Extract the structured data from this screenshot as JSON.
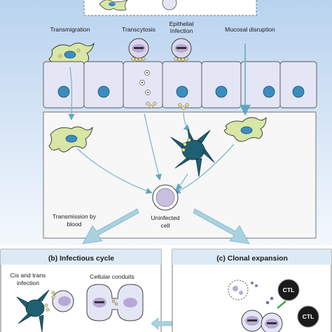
{
  "labels": {
    "transmigration": "Transmigration",
    "transcytosis": "Transcytosis",
    "epithelial_infection_1": "Epithelial",
    "epithelial_infection_2": "Infection",
    "mucosal_disruption": "Mucosal disruption",
    "transmission_by_blood_1": "Transmission by",
    "transmission_by_blood_2": "blood",
    "uninfected_cell_1": "Uninfected",
    "uninfected_cell_2": "cell"
  },
  "panel_b": {
    "title": "(b) Infectious cycle",
    "cis_trans_1": "Cis and trans",
    "cis_trans_2": "infection",
    "cellular_conduits": "Cellular conduits"
  },
  "panel_c": {
    "title": "(c) Clonal expansion",
    "ctl_1": "CTL",
    "ctl_2": "CTL"
  },
  "colors": {
    "background_top": "#b9d3ef",
    "background_bottom": "#f4f8fd",
    "lamina": "#f7f7f7",
    "cell_fill": "#e4e6f6",
    "nucleus": "#3a8dbf",
    "dendritic_cell": "#1e5f72",
    "macrophage": "#d8e6a6",
    "uninfected_cell": "#c9c0de",
    "virus": "#e8d98a",
    "arrow": "#7fb8cc",
    "ctl": "#1a1a1a"
  },
  "icons": [
    "macrophage-icon",
    "infected-cell-icon",
    "dendritic-cell-icon",
    "epithelial-cell-icon",
    "lymphocyte-icon",
    "virus-particle-icon",
    "ctl-icon",
    "double-arrow-icon"
  ]
}
